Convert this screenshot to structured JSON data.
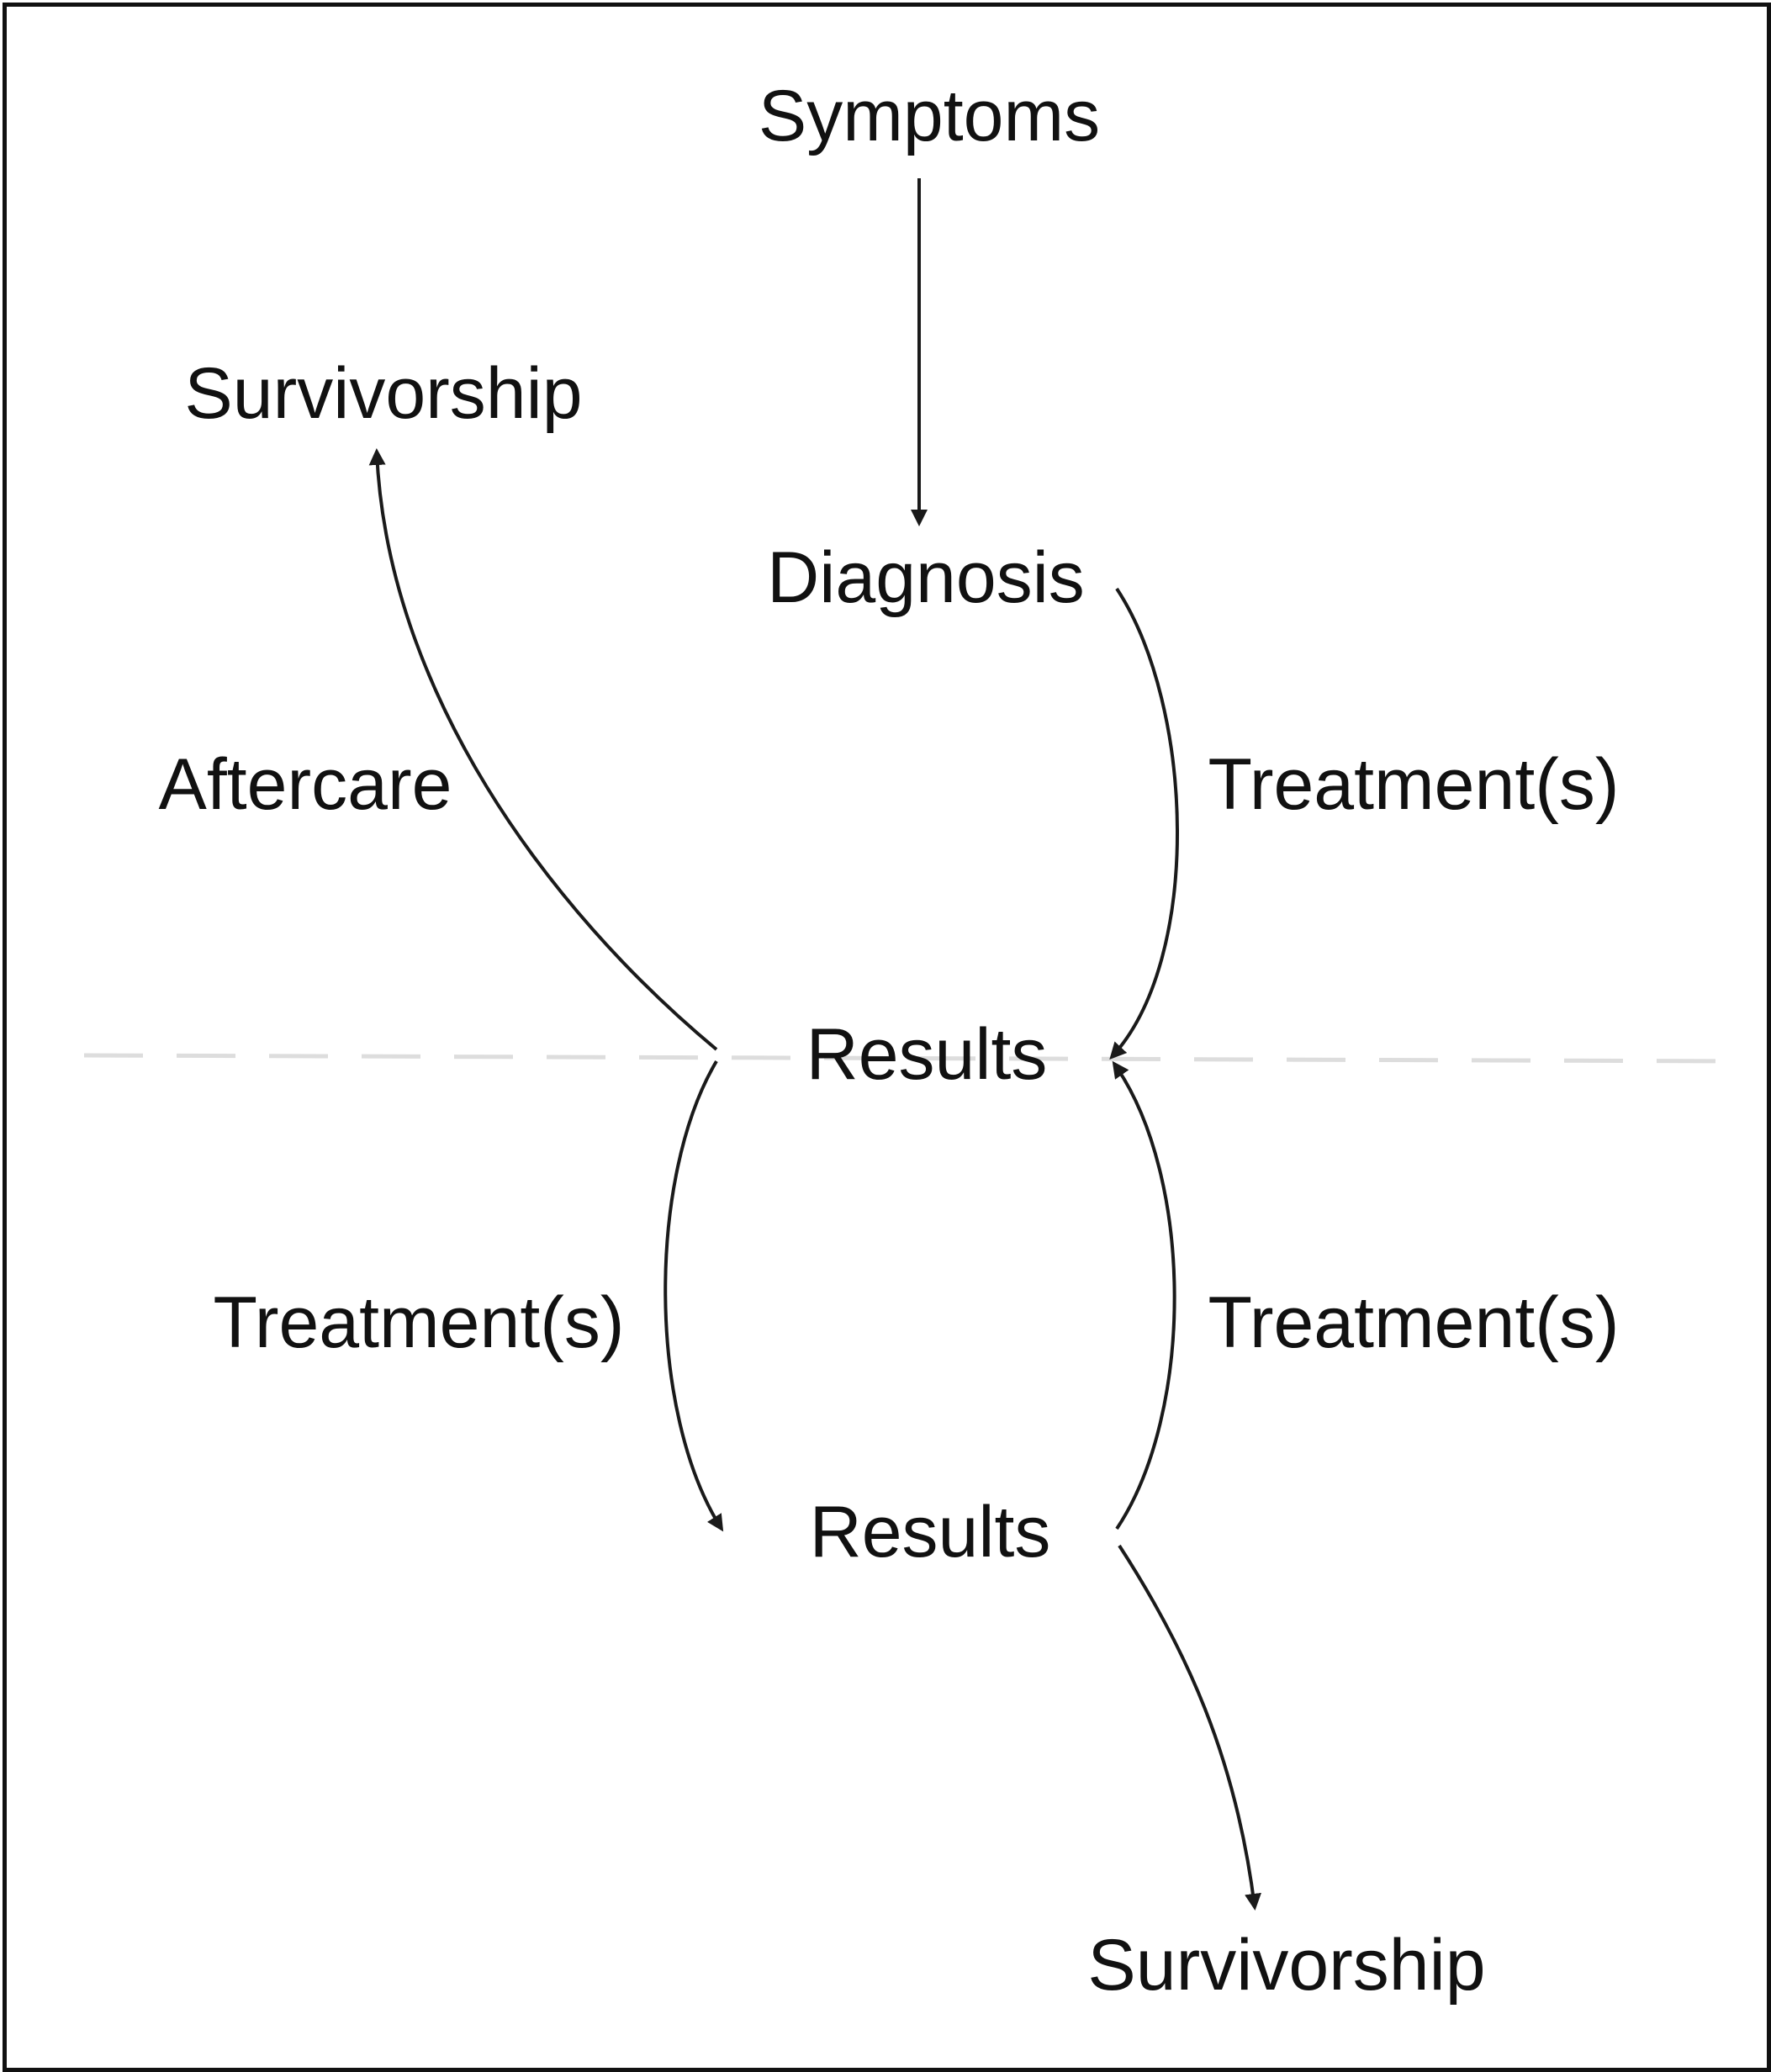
{
  "nodes": {
    "symptoms": "Symptoms",
    "diagnosis": "Diagnosis",
    "results_upper": "Results",
    "results_lower": "Results",
    "survivorship_top_left": "Survivorship",
    "survivorship_bottom_right": "Survivorship"
  },
  "edges": {
    "aftercare": "Aftercare",
    "treatment_diagnosis_to_results": "Treatment(s)",
    "treatment_left_results_to_results": "Treatment(s)",
    "treatment_right_results_to_results": "Treatment(s)"
  },
  "colors": {
    "ink": "#111111",
    "divider": "#dddddd"
  }
}
